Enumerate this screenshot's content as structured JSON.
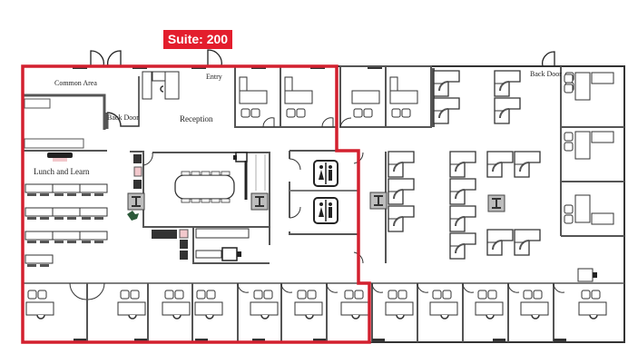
{
  "floorplan": {
    "suite_badge": "Suite: 200",
    "highlight_color": "#d3202f",
    "rooms": {
      "common_area": "Common Area",
      "entry": "Entry",
      "back_door_west": "Back Door",
      "reception": "Reception",
      "lunch_and_learn": "Lunch and Learn",
      "back_door_east": "Back Door"
    },
    "icons": {
      "restroom_1": "restroom-icon",
      "restroom_2": "restroom-icon",
      "column_markers": "structural-column-icon",
      "plant": "plant-icon"
    }
  }
}
